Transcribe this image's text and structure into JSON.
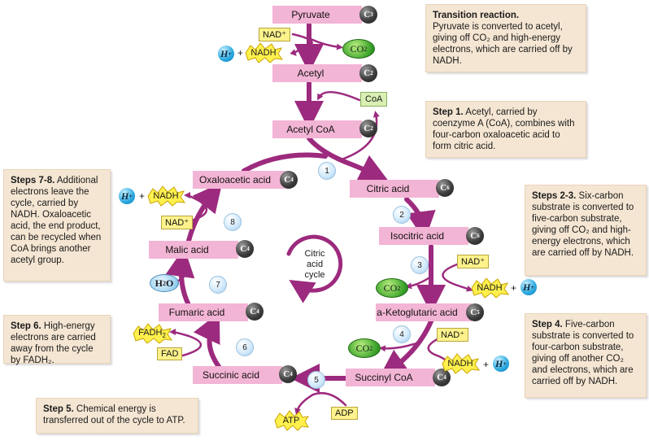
{
  "molecules": {
    "pyruvate": {
      "label": "Pyruvate",
      "carbons": "3"
    },
    "acetyl": {
      "label": "Acetyl",
      "carbons": "2"
    },
    "acetyl_coa": {
      "label": "Acetyl CoA",
      "carbons": "2"
    },
    "oxaloacetic": {
      "label": "Oxaloacetic acid",
      "carbons": "4"
    },
    "citric": {
      "label": "Citric acid",
      "carbons": "6"
    },
    "isocitric": {
      "label": "Isocitric acid",
      "carbons": "6"
    },
    "ketoglutaric": {
      "label": "a-Ketoglutaric acid",
      "carbons": "5"
    },
    "succinyl_coa": {
      "label": "Succinyl CoA",
      "carbons": "4"
    },
    "succinic": {
      "label": "Succinic acid",
      "carbons": "4"
    },
    "fumaric": {
      "label": "Fumaric acid",
      "carbons": "4"
    },
    "malic": {
      "label": "Malic acid",
      "carbons": "4"
    }
  },
  "carbon_symbol": "C",
  "cofactors": {
    "nad": "NAD⁺",
    "nadh": "NADH",
    "h_plus": "H",
    "h_sup": "+",
    "co2": "CO",
    "co2_sub": "2",
    "coa": "CoA",
    "fad": "FAD",
    "fadh2": "FADH",
    "fadh2_sub": "2",
    "h2o_h": "H",
    "h2o_sub": "2",
    "h2o_o": "O",
    "atp": "ATP",
    "adp": "ADP",
    "plus": "+"
  },
  "steps": [
    "1",
    "2",
    "3",
    "4",
    "5",
    "6",
    "7",
    "8"
  ],
  "cycle_label": "Citric acid cycle",
  "notes": {
    "transition": {
      "title": "Transition reaction.",
      "body": "Pyruvate is converted to acetyl, giving off CO₂ and high-energy electrons, which are carried off by NADH."
    },
    "step1": {
      "title": "Step 1.",
      "body": "Acetyl, carried by coenzyme A (CoA), combines with four-carbon oxaloacetic acid to form citric acid."
    },
    "step23": {
      "title": "Steps 2-3.",
      "body": "Six-carbon substrate is converted to five-carbon substrate, giving off CO₂ and high-energy electrons, which are carried off by NADH."
    },
    "step4": {
      "title": "Step 4.",
      "body": "Five-carbon substrate is converted to four-carbon substrate, giving off another CO₂ and electrons, which are carried off by NADH."
    },
    "step5": {
      "title": "Step 5.",
      "body": "Chemical energy is transferred out of the cycle to ATP."
    },
    "step6": {
      "title": "Step 6.",
      "body": "High-energy electrons are carried away from the cycle by FADH₂."
    },
    "step78": {
      "title": "Steps 7-8.",
      "body": "Additional electrons leave the cycle, carried by NADH. Oxaloacetic acid, the end product, can be recycled when CoA brings another acetyl group."
    }
  },
  "colors": {
    "arrow": "#9c2a7e",
    "molecule": "#f3b5d5",
    "note": "#f5e6d3",
    "tag": "#fdf28c",
    "burst": "#fff04d"
  }
}
